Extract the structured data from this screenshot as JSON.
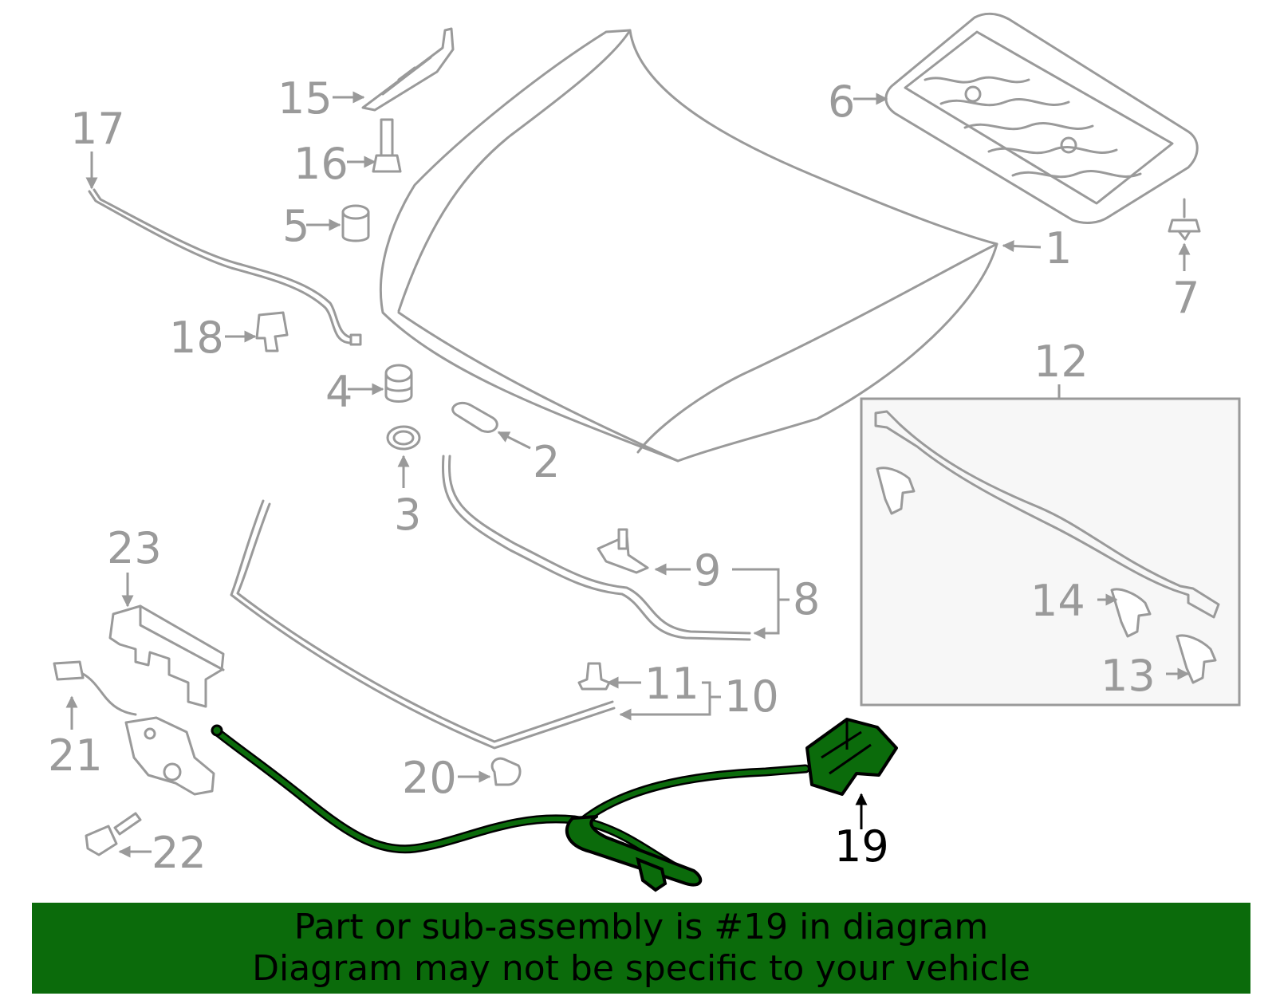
{
  "callouts": {
    "c1": "1",
    "c2": "2",
    "c3": "3",
    "c4": "4",
    "c5": "5",
    "c6": "6",
    "c7": "7",
    "c8": "8",
    "c9": "9",
    "c10": "10",
    "c11": "11",
    "c12": "12",
    "c13": "13",
    "c14": "14",
    "c15": "15",
    "c16": "16",
    "c17": "17",
    "c18": "18",
    "c19": "19",
    "c20": "20",
    "c21": "21",
    "c22": "22",
    "c23": "23"
  },
  "highlight": {
    "part_number": "19",
    "color": "#0b6b0b"
  },
  "banner": {
    "line1": "Part or sub-assembly is #19 in diagram",
    "line2": "Diagram may not be specific to your vehicle",
    "background": "#0b6b0b"
  }
}
